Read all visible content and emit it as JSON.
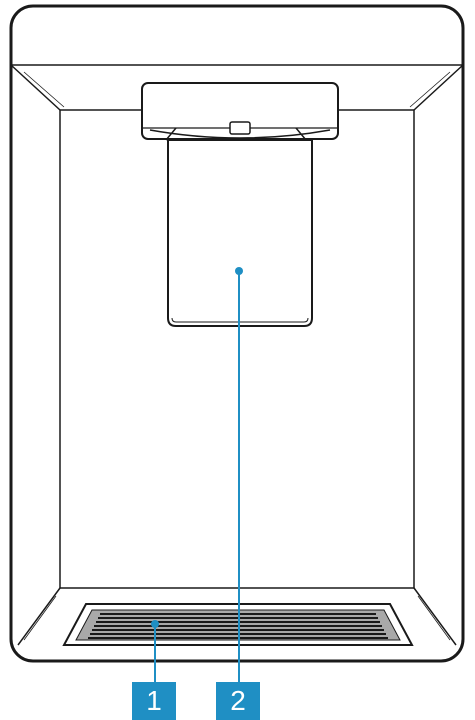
{
  "callouts": [
    {
      "label": "1",
      "part": "drip-tray-grille"
    },
    {
      "label": "2",
      "part": "dispenser-lever"
    }
  ],
  "colors": {
    "outline": "#1a1a1a",
    "accent": "#1f8fc4",
    "grille_fill": "#a9a9a9",
    "background": "#ffffff"
  }
}
